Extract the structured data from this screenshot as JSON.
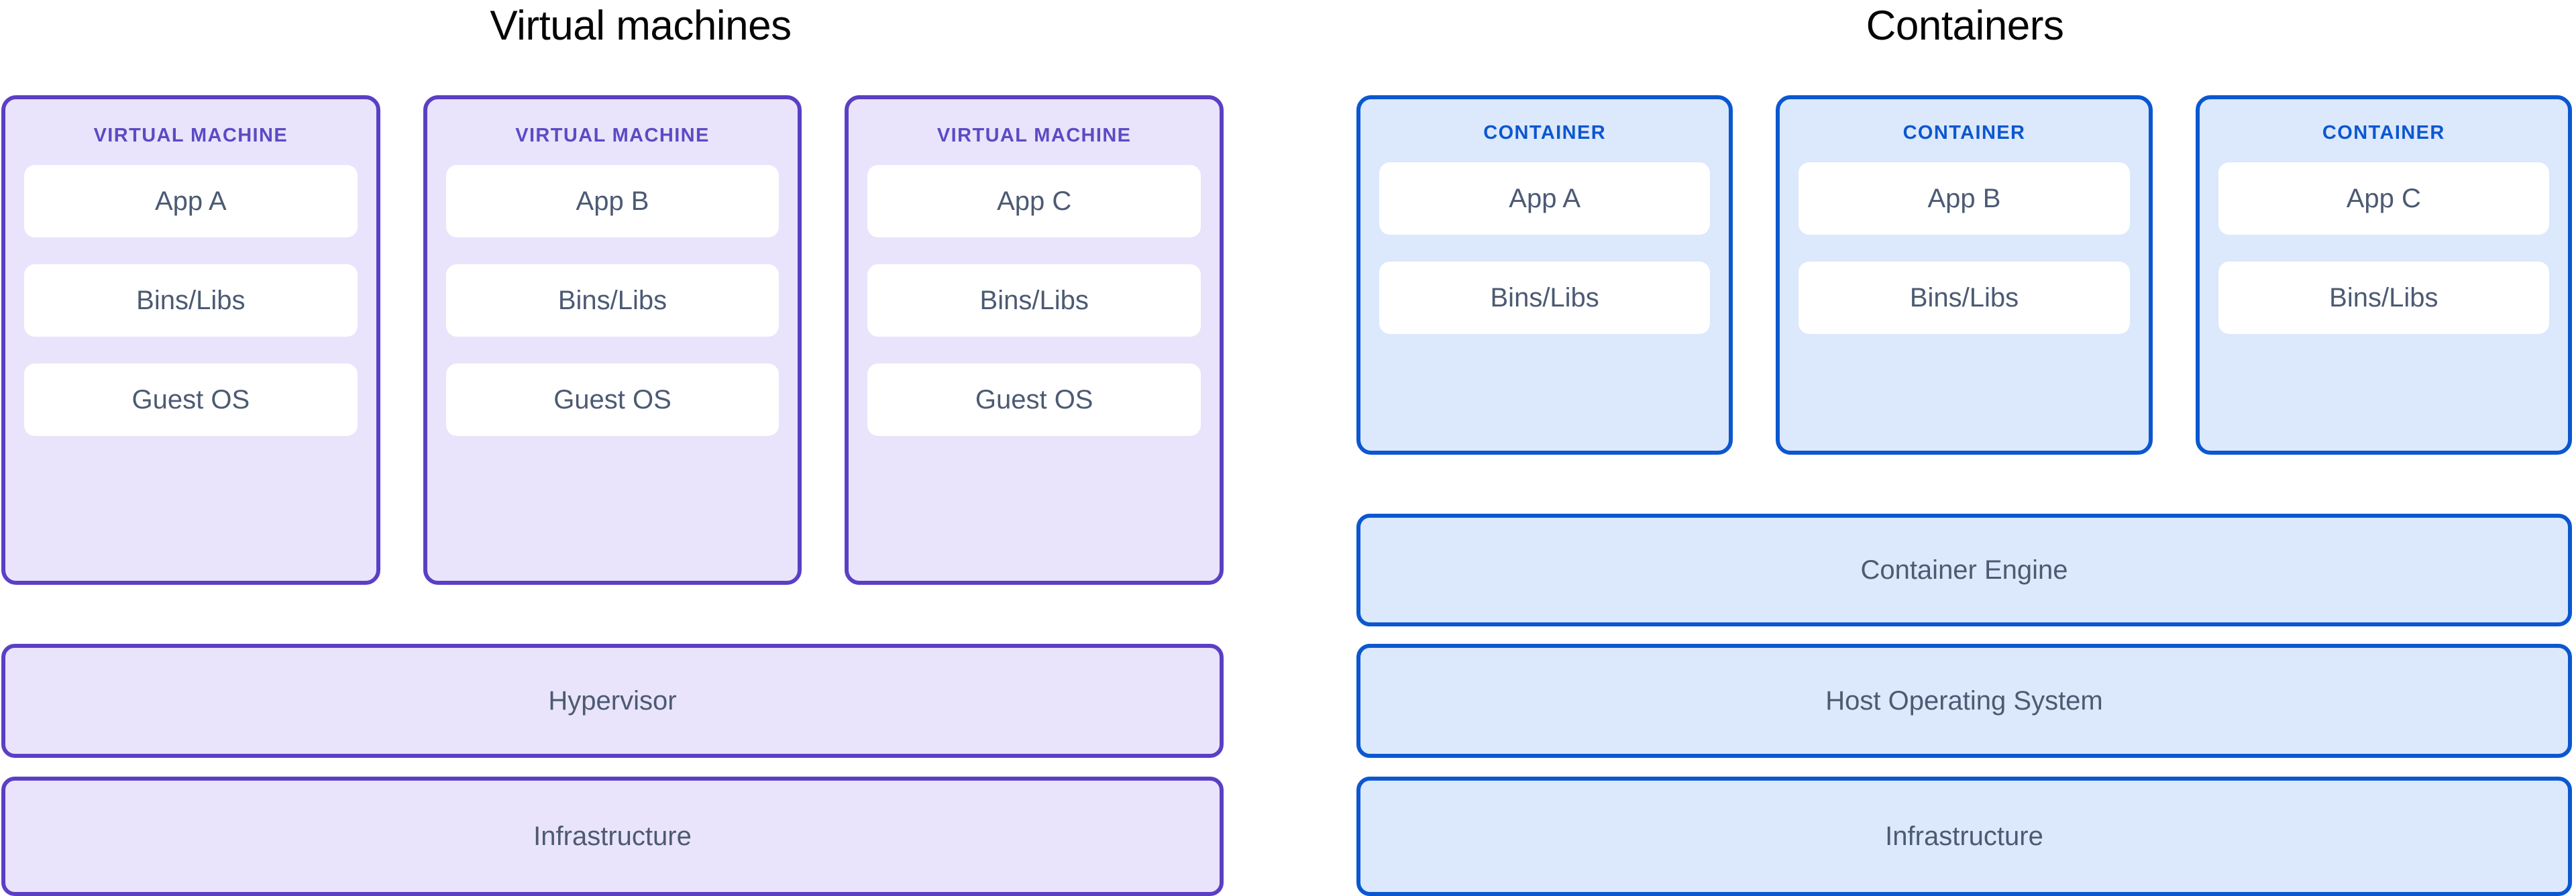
{
  "colors": {
    "vm_border": "#5B3FC4",
    "vm_fill": "#E9E4FB",
    "vm_label": "#5B4BC4",
    "container_border": "#0B57D0",
    "container_fill": "#DCE8FB",
    "container_label": "#0B57D0",
    "box_fill": "#FFFFFF",
    "body_text": "#4C5A73",
    "title_text": "#050505",
    "background": "#FFFFFF"
  },
  "columns": {
    "virtual_machines": {
      "title": "Virtual machines",
      "cards": [
        {
          "kicker": "VIRTUAL MACHINE",
          "layers": [
            "App A",
            "Bins/Libs",
            "Guest OS"
          ]
        },
        {
          "kicker": "VIRTUAL MACHINE",
          "layers": [
            "App B",
            "Bins/Libs",
            "Guest OS"
          ]
        },
        {
          "kicker": "VIRTUAL MACHINE",
          "layers": [
            "App C",
            "Bins/Libs",
            "Guest OS"
          ]
        }
      ],
      "stack": [
        "Hypervisor",
        "Infrastructure"
      ]
    },
    "containers": {
      "title": "Containers",
      "cards": [
        {
          "kicker": "CONTAINER",
          "layers": [
            "App A",
            "Bins/Libs"
          ]
        },
        {
          "kicker": "CONTAINER",
          "layers": [
            "App B",
            "Bins/Libs"
          ]
        },
        {
          "kicker": "CONTAINER",
          "layers": [
            "App C",
            "Bins/Libs"
          ]
        }
      ],
      "stack": [
        "Container Engine",
        "Host Operating System",
        "Infrastructure"
      ]
    }
  }
}
